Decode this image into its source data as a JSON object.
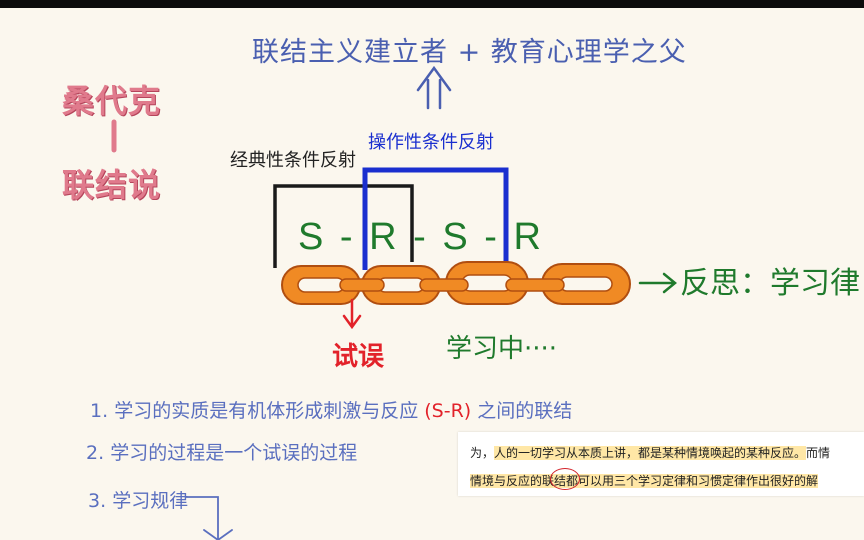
{
  "title": "联结主义建立者 + 教育心理学之父",
  "author": "桑代克",
  "theory": "联结说",
  "labels": {
    "classical": "经典性条件反射",
    "operant": "操作性条件反射",
    "chain": "S - R - S - R",
    "principle": "反思：学习律",
    "trial_error": "试误",
    "learning": "学习中····"
  },
  "points": [
    {
      "num": "1.",
      "text_before": "学习的实质是有机体形成刺激与反应",
      "highlight": "(S-R)",
      "text_after": "之间的联结"
    },
    {
      "num": "2.",
      "text": "学习的过程是一个试误的过程"
    },
    {
      "num": "3.",
      "text": "学习规律"
    }
  ],
  "quote": {
    "line1_prefix": "为，",
    "line1_highlight": "人的一切学习从本质上讲，都是某种情境唤起的某种反应。",
    "line1_suffix": "而情",
    "line2_highlight": "情境与反应的联结",
    "line2_suffix": "都可以用三个学习定律和习惯定律作出很好的解"
  },
  "colors": {
    "title": "#4a5fb0",
    "pink": "#e07a8c",
    "green": "#1f7a2c",
    "blue": "#1a2fcf",
    "red": "#e2222a",
    "chain": "#f08a24"
  }
}
